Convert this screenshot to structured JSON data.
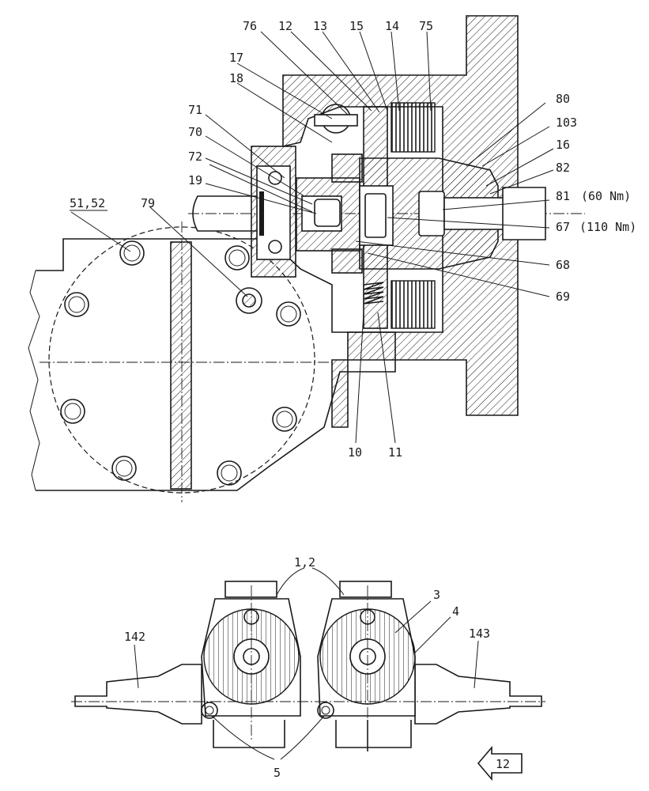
{
  "callouts": {
    "c76": "76",
    "c12": "12",
    "c13": "13",
    "c15": "15",
    "c14": "14",
    "c75": "75",
    "c17": "17",
    "c18": "18",
    "c80": "80",
    "c103": "103",
    "c16": "16",
    "c82": "82",
    "c71": "71",
    "c70": "70",
    "c72": "72",
    "c19": "19",
    "c81": "81",
    "c81_torque": "(60 Nm)",
    "c67": "67",
    "c67_torque": "(110 Nm)",
    "c68": "68",
    "c69": "69",
    "c51_52": "51,52",
    "c79": "79",
    "c10": "10",
    "c11": "11",
    "c1_2": "1,2",
    "c3": "3",
    "c4": "4",
    "c142": "142",
    "c143": "143",
    "c5": "5"
  },
  "view_arrow": {
    "label": "12"
  },
  "icons": {
    "direction": "left-arrow-icon"
  }
}
